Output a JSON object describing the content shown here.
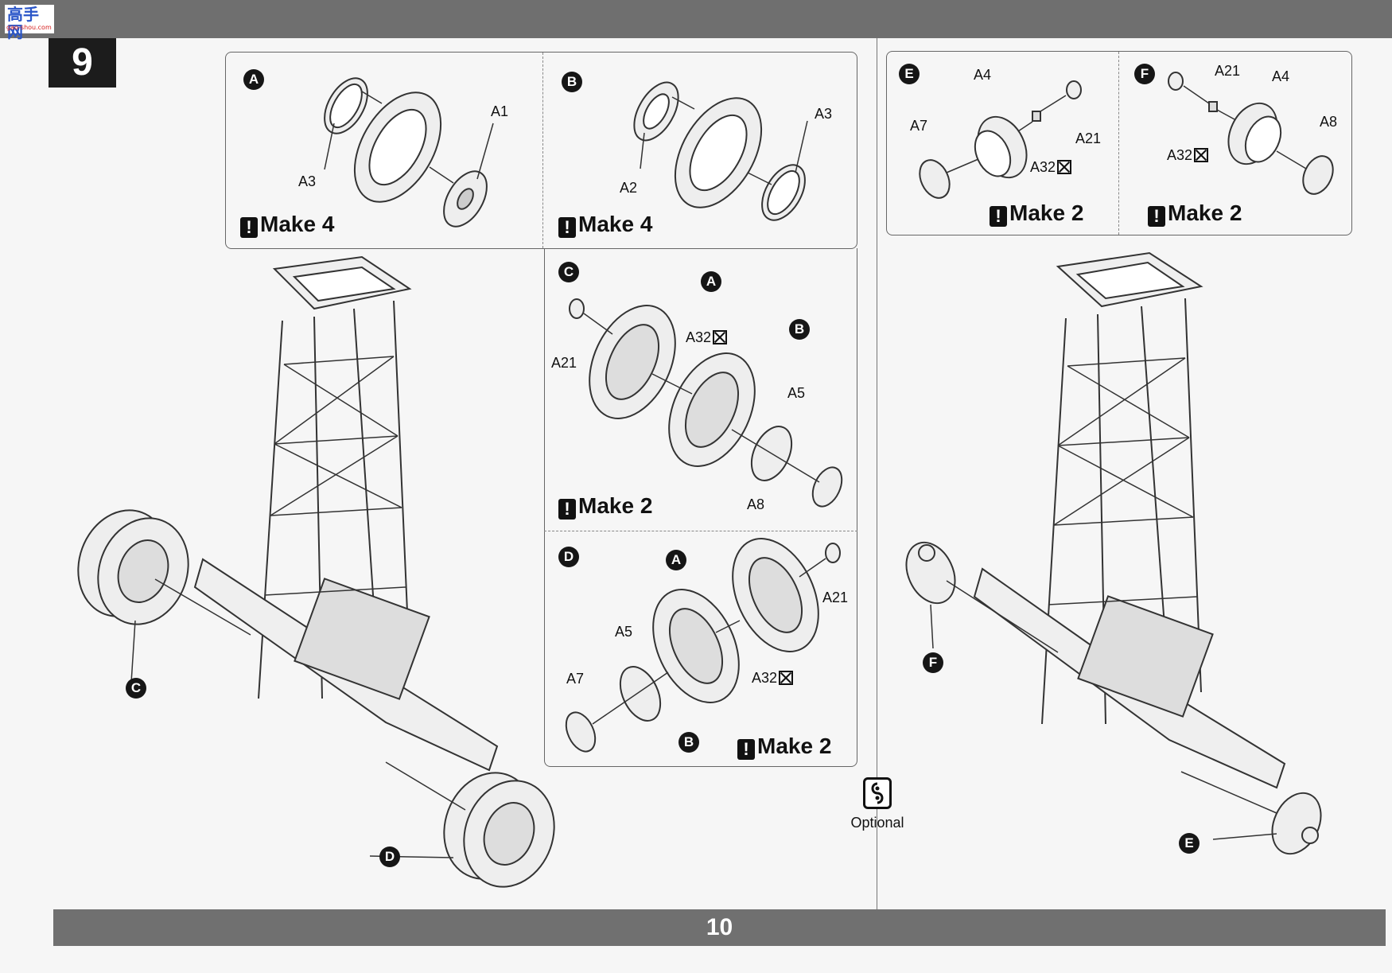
{
  "header": {
    "logo_line1": "高手网",
    "logo_line2": "gao-shou.com",
    "step_number": "9"
  },
  "footer": {
    "page_number": "10"
  },
  "optional_label": "Optional",
  "panels": {
    "A": {
      "badge": "A",
      "parts": [
        "A1",
        "A3"
      ],
      "make": "Make 4"
    },
    "B": {
      "badge": "B",
      "parts": [
        "A3",
        "A2"
      ],
      "make": "Make 4"
    },
    "C": {
      "badge": "C",
      "refs": [
        "A",
        "B"
      ],
      "parts": [
        "A21",
        "A32",
        "A5",
        "A8"
      ],
      "make": "Make 2"
    },
    "D": {
      "badge": "D",
      "refs": [
        "A",
        "B"
      ],
      "parts": [
        "A21",
        "A5",
        "A32",
        "A7"
      ],
      "make": "Make 2"
    },
    "E": {
      "badge": "E",
      "parts": [
        "A4",
        "A7",
        "A21",
        "A32"
      ],
      "make": "Make 2"
    },
    "F": {
      "badge": "F",
      "parts": [
        "A21",
        "A4",
        "A8",
        "A32"
      ],
      "make": "Make 2"
    }
  },
  "main_callouts": {
    "left_c": "C",
    "left_d": "D",
    "right_f": "F",
    "right_e": "E"
  }
}
